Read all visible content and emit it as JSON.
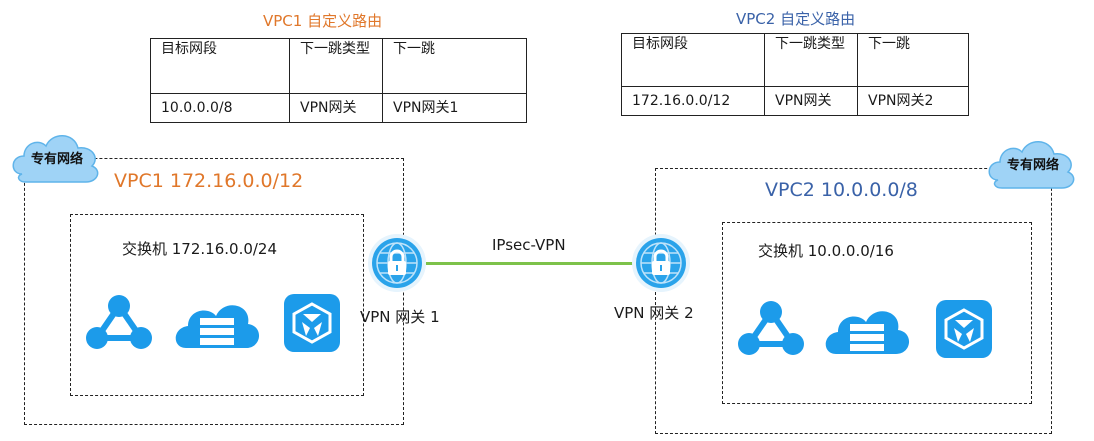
{
  "colors": {
    "accent_orange": "#e0772a",
    "accent_blue": "#3a62a8",
    "icon_blue": "#1c9bea",
    "link_green": "#7dc24a"
  },
  "vpc1": {
    "table_title": "VPC1 自定义路由",
    "table": {
      "headers": [
        "目标网段",
        "下一跳类型",
        "下一跳"
      ],
      "row": [
        "10.0.0.0/8",
        "VPN网关",
        "VPN网关1"
      ]
    },
    "badge": "专有网络",
    "label": "VPC1 172.16.0.0/12",
    "vswitch_label": "交换机 172.16.0.0/24",
    "gateway_label": "VPN 网关 1",
    "icons": [
      "network-node-icon",
      "cloud-storage-icon",
      "security-shield-icon"
    ]
  },
  "vpc2": {
    "table_title": "VPC2 自定义路由",
    "table": {
      "headers": [
        "目标网段",
        "下一跳类型",
        "下一跳"
      ],
      "row": [
        "172.16.0.0/12",
        "VPN网关",
        "VPN网关2"
      ]
    },
    "badge": "专有网络",
    "label": "VPC2 10.0.0.0/8",
    "vswitch_label": "交换机 10.0.0.0/16",
    "gateway_label": "VPN 网关 2",
    "icons": [
      "network-node-icon",
      "cloud-storage-icon",
      "security-shield-icon"
    ]
  },
  "link": {
    "label": "IPsec-VPN"
  }
}
